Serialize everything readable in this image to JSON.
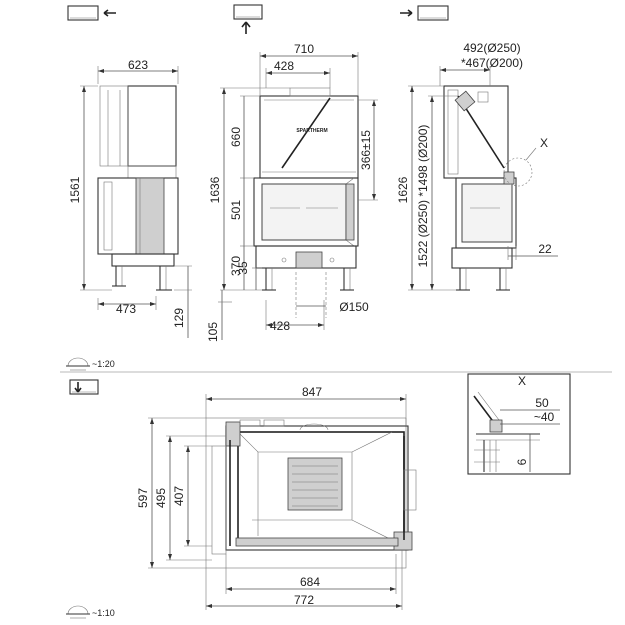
{
  "view_labels": {
    "scale_1_20": "~1:20",
    "scale_1_10": "~1:10",
    "detail_mark": "X"
  },
  "front_view": {
    "width": "710",
    "width_inner": "428",
    "height_total": "1636",
    "height_top": "660",
    "height_window": "501",
    "height_base": "370",
    "height_feet": "35",
    "height_upper": "366±15",
    "bottom_width": "428",
    "flue": "Ø150",
    "bottom_offset": "105",
    "brand": "SPARTHERM"
  },
  "left_view": {
    "width": "623",
    "height_total": "1561",
    "depth": "473",
    "feet": "129"
  },
  "right_view": {
    "flue_top_1": "492(Ø250)",
    "flue_top_2": "*467(Ø200)",
    "height_total": "1626",
    "height_flue": "1522 (Ø250) *1498 (Ø200)",
    "offset": "22"
  },
  "plan_view": {
    "width_outer": "847",
    "width_mid": "684",
    "width_base": "772",
    "depth_outer": "597",
    "depth_mid": "495",
    "depth_inner": "407"
  },
  "detail": {
    "dim_50": "50",
    "dim_40": "~40",
    "dim_6": "6"
  }
}
